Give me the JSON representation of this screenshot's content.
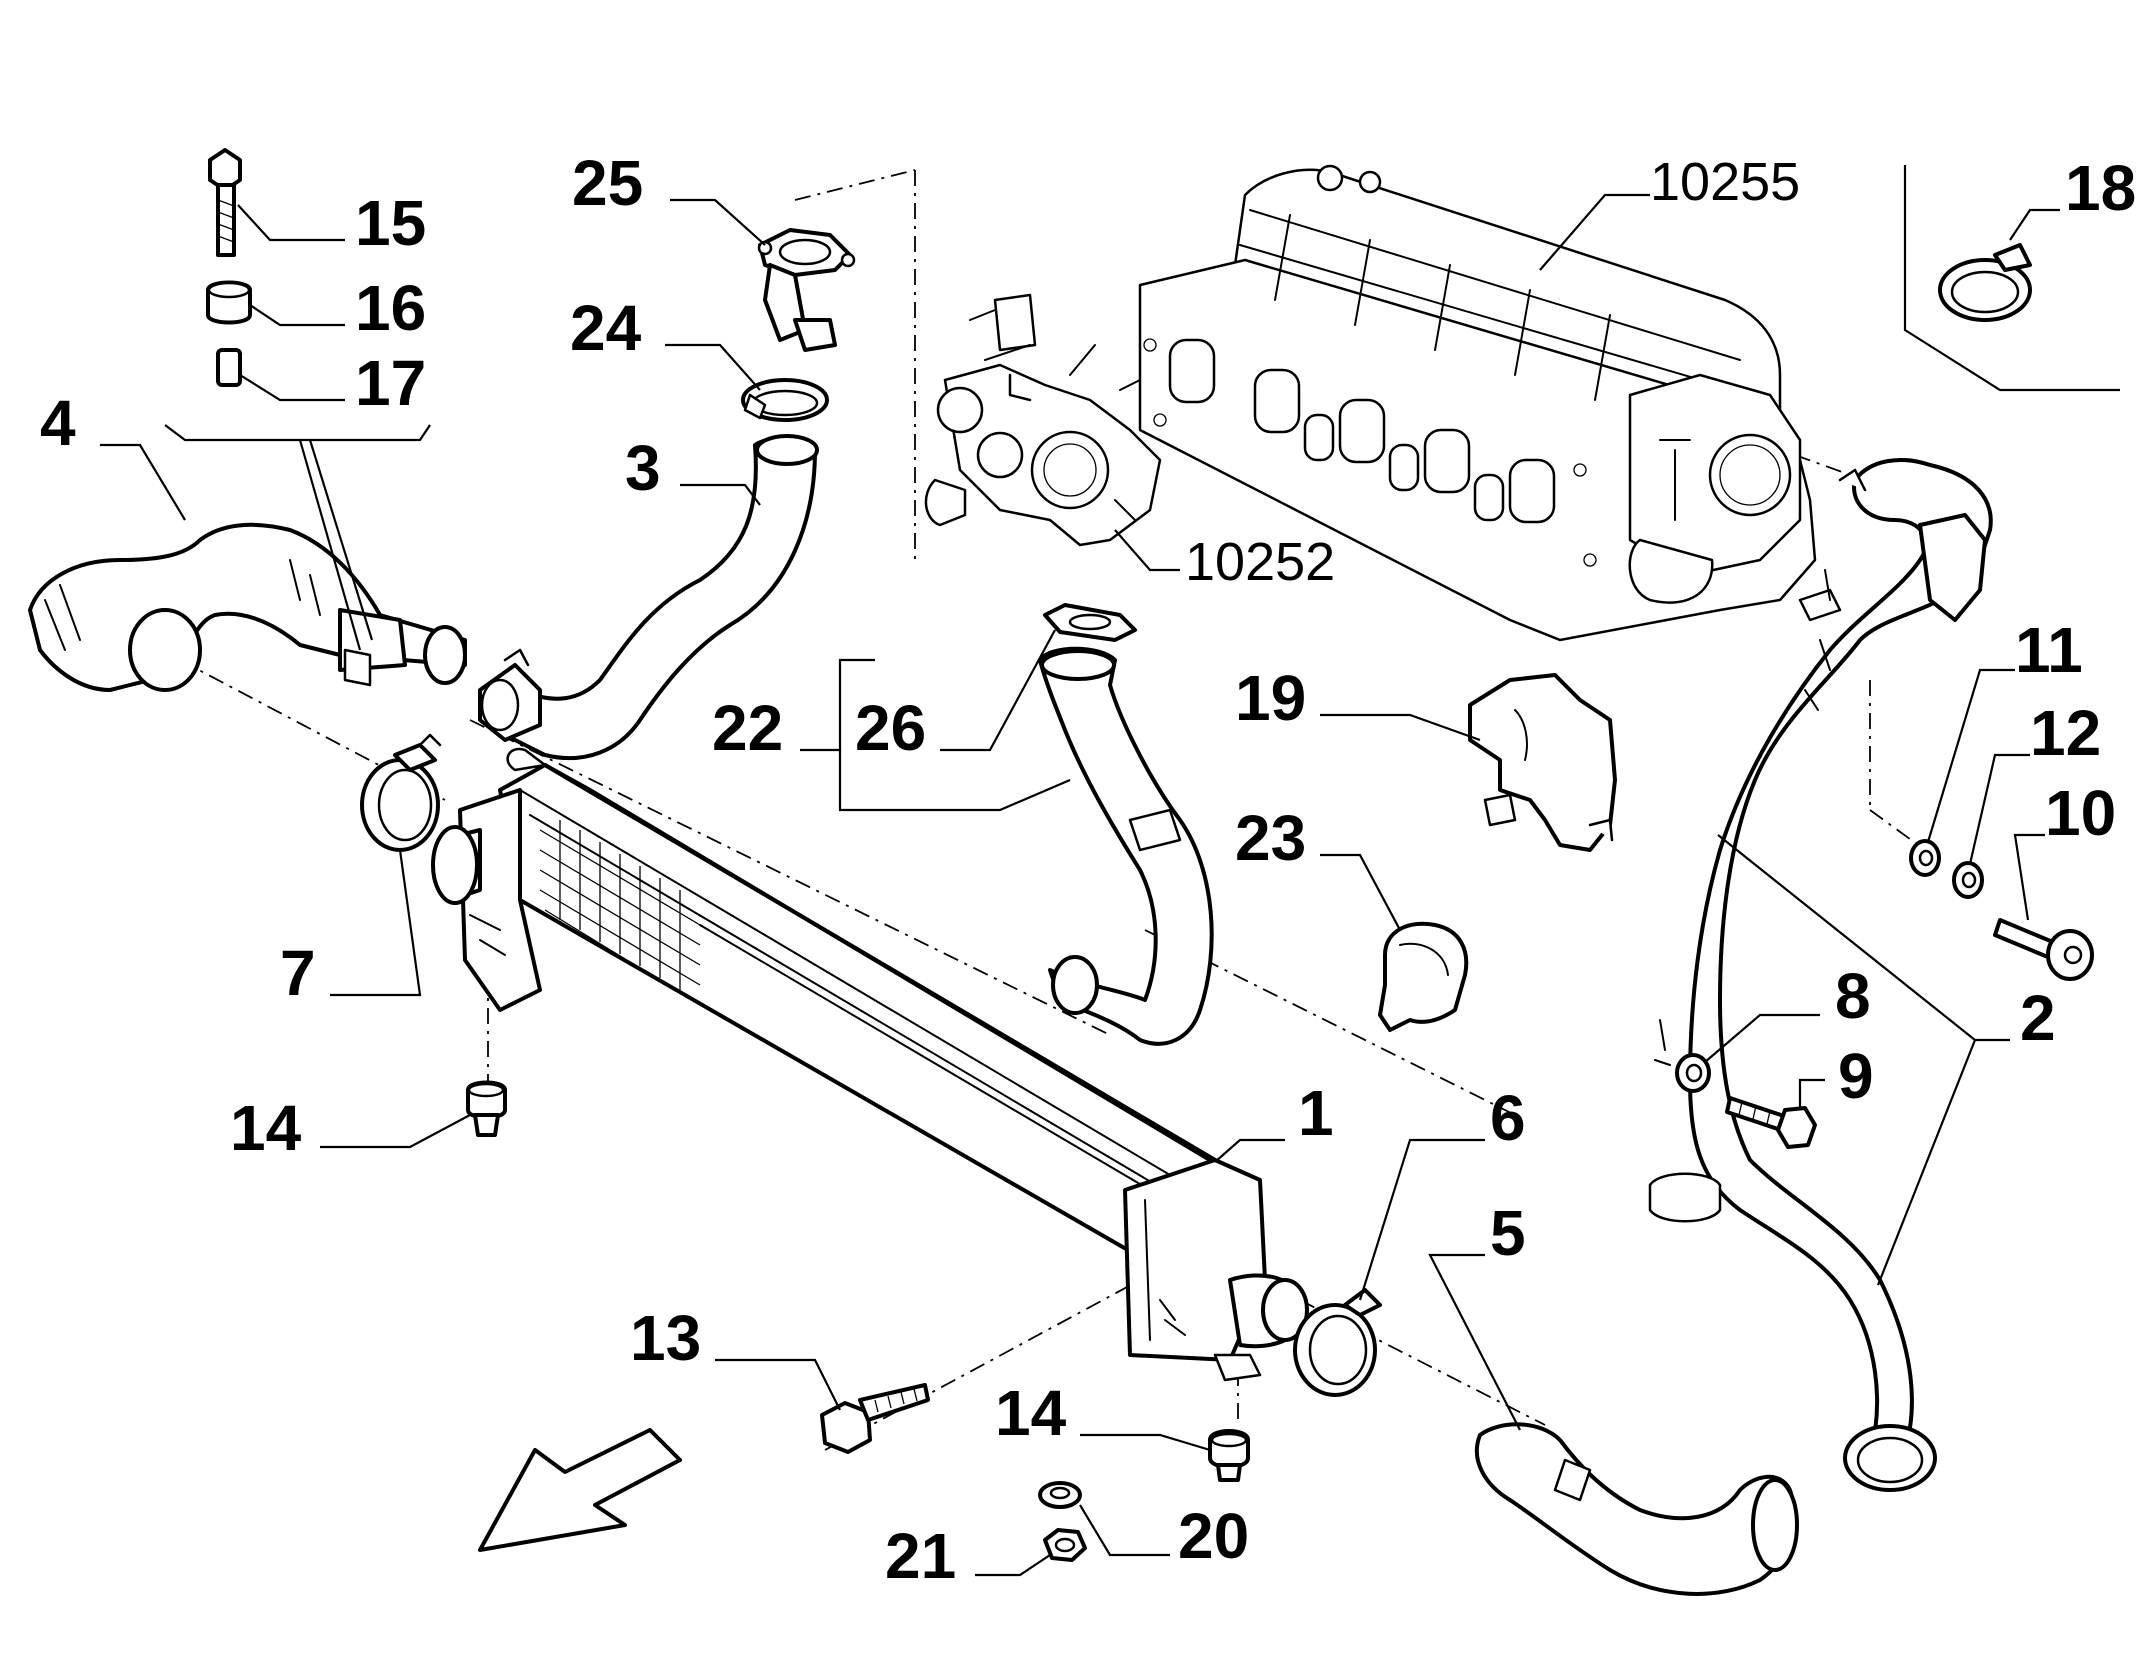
{
  "diagram": {
    "callouts": [
      {
        "id": "c1",
        "label": "1"
      },
      {
        "id": "c2",
        "label": "2"
      },
      {
        "id": "c3",
        "label": "3"
      },
      {
        "id": "c4",
        "label": "4"
      },
      {
        "id": "c5",
        "label": "5"
      },
      {
        "id": "c6",
        "label": "6"
      },
      {
        "id": "c7",
        "label": "7"
      },
      {
        "id": "c8",
        "label": "8"
      },
      {
        "id": "c9",
        "label": "9"
      },
      {
        "id": "c10",
        "label": "10"
      },
      {
        "id": "c11",
        "label": "11"
      },
      {
        "id": "c12",
        "label": "12"
      },
      {
        "id": "c13",
        "label": "13"
      },
      {
        "id": "c14a",
        "label": "14"
      },
      {
        "id": "c14b",
        "label": "14"
      },
      {
        "id": "c15",
        "label": "15"
      },
      {
        "id": "c16",
        "label": "16"
      },
      {
        "id": "c17",
        "label": "17"
      },
      {
        "id": "c18",
        "label": "18"
      },
      {
        "id": "c19",
        "label": "19"
      },
      {
        "id": "c20",
        "label": "20"
      },
      {
        "id": "c21",
        "label": "21"
      },
      {
        "id": "c22",
        "label": "22"
      },
      {
        "id": "c23",
        "label": "23"
      },
      {
        "id": "c24",
        "label": "24"
      },
      {
        "id": "c25",
        "label": "25"
      },
      {
        "id": "c26",
        "label": "26"
      }
    ],
    "references": [
      {
        "id": "r10255",
        "label": "10255"
      },
      {
        "id": "r10252",
        "label": "10252"
      }
    ],
    "direction_arrow": "front-direction-arrow"
  }
}
